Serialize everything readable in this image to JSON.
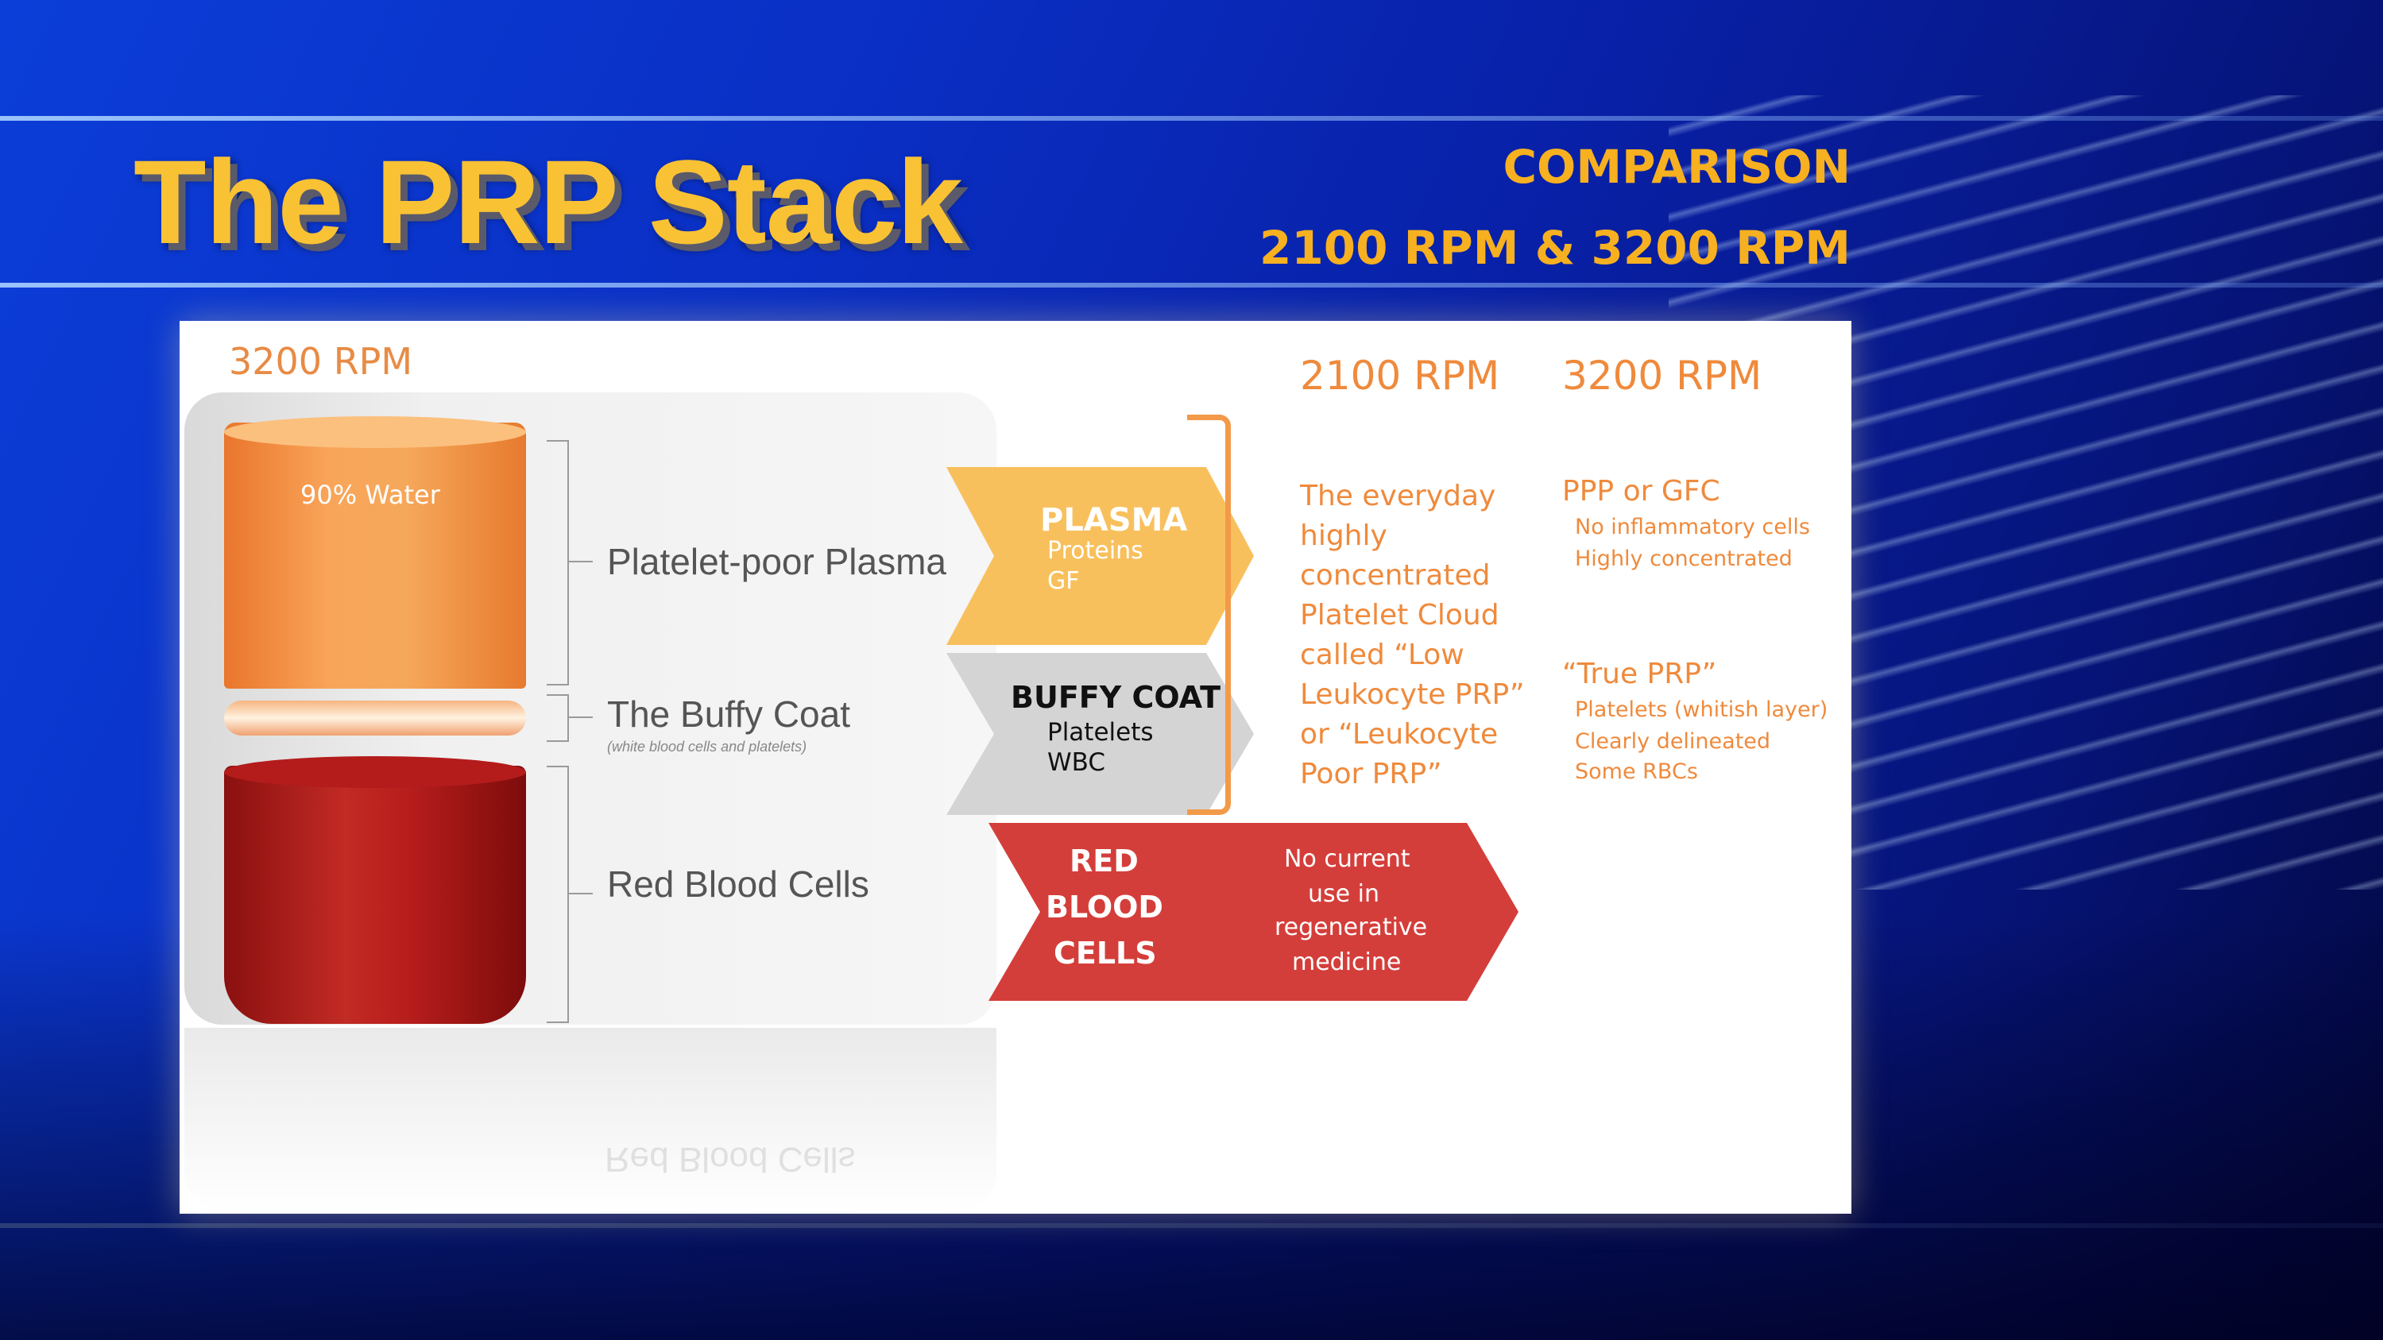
{
  "slide": {
    "title": "The PRP Stack",
    "subtitle_line1": "COMPARISON",
    "subtitle_line2": "2100 RPM & 3200 RPM"
  },
  "diagram": {
    "left_rpm": "3200 RPM",
    "water_label": "90% Water",
    "layers": {
      "ppp": "Platelet-poor Plasma",
      "buffy": "The Buffy Coat",
      "buffy_sub": "(white blood cells and platelets)",
      "rbc": "Red Blood Cells",
      "reflection": "Red Blood Cells"
    },
    "arrows": {
      "plasma_title": "PLASMA",
      "plasma_l1": "Proteins",
      "plasma_l2": "GF",
      "buffy_title": "BUFFY COAT",
      "buffy_l1": "Platelets",
      "buffy_l2": "WBC",
      "rbc_l1": "RED",
      "rbc_l2": "BLOOD",
      "rbc_l3": "CELLS",
      "nouse_l1": "No current",
      "nouse_l2": "use in",
      "nouse_l3": "regenerative",
      "nouse_l4": "medicine"
    },
    "col_2100": {
      "head": "2100 RPM",
      "lines": [
        "The everyday",
        "highly",
        "concentrated",
        "Platelet Cloud",
        "called “Low",
        "Leukocyte PRP”",
        "or “Leukocyte",
        "Poor PRP”"
      ]
    },
    "col_3200": {
      "head": "3200 RPM",
      "ppp_title": "PPP or GFC",
      "ppp_l1": "No inflammatory cells",
      "ppp_l2": "Highly concentrated",
      "true_title": "“True PRP”",
      "true_l1": "Platelets (whitish layer)",
      "true_l2": "Clearly delineated",
      "true_l3": "Some RBCs"
    },
    "colors": {
      "plasma": "#f8c05c",
      "buffy": "#d4d4d4",
      "rbc": "#d43e3a",
      "accent": "#ef8a3c",
      "title": "#f9c234"
    }
  }
}
